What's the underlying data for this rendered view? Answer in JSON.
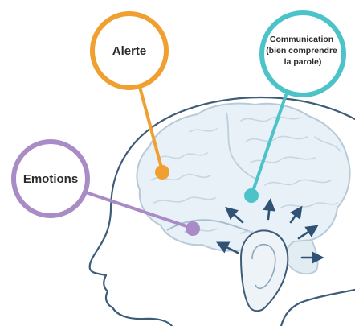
{
  "callouts": {
    "alerte": {
      "label": "Alerte",
      "color": "#F0A030"
    },
    "communication": {
      "lines": [
        "Communication",
        "(bien comprendre",
        "la parole)"
      ],
      "color": "#4CC3C9"
    },
    "emotions": {
      "label": "Emotions",
      "color": "#A98BC5"
    }
  },
  "colors": {
    "outline": "#3E5C78",
    "brain_fill": "#E8F1F7",
    "brain_stroke": "#B8CAD8",
    "arrow": "#2F5275"
  },
  "icons": {
    "head": "head-profile-outline",
    "brain": "brain-illustration",
    "ear": "ear-illustration",
    "arrows": "sound-wave-arrows"
  }
}
